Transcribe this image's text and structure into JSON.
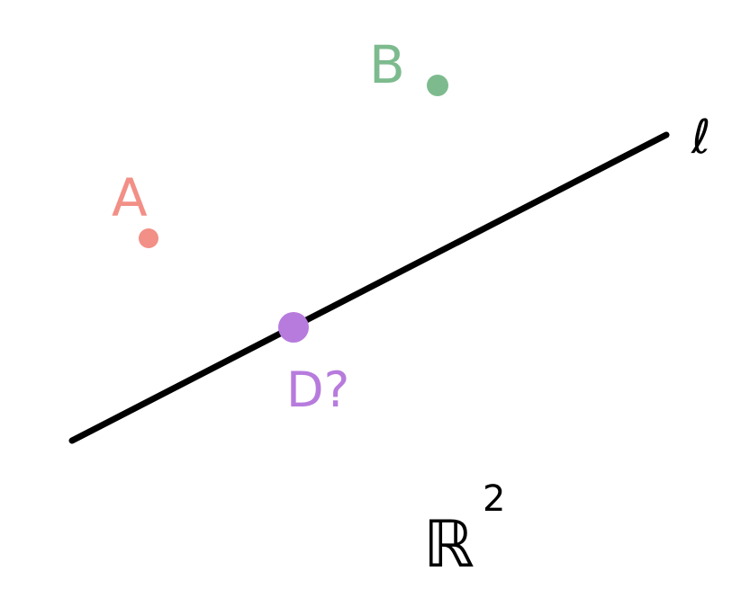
{
  "diagram": {
    "line_label": "ℓ",
    "space_label": "ℝ",
    "space_exponent": "2",
    "points": {
      "a": {
        "label": "A",
        "color": "#F28F86"
      },
      "b": {
        "label": "B",
        "color": "#7DBB8E"
      },
      "d": {
        "label": "D?",
        "color": "#B77BDD"
      }
    },
    "line_color": "#000000"
  }
}
